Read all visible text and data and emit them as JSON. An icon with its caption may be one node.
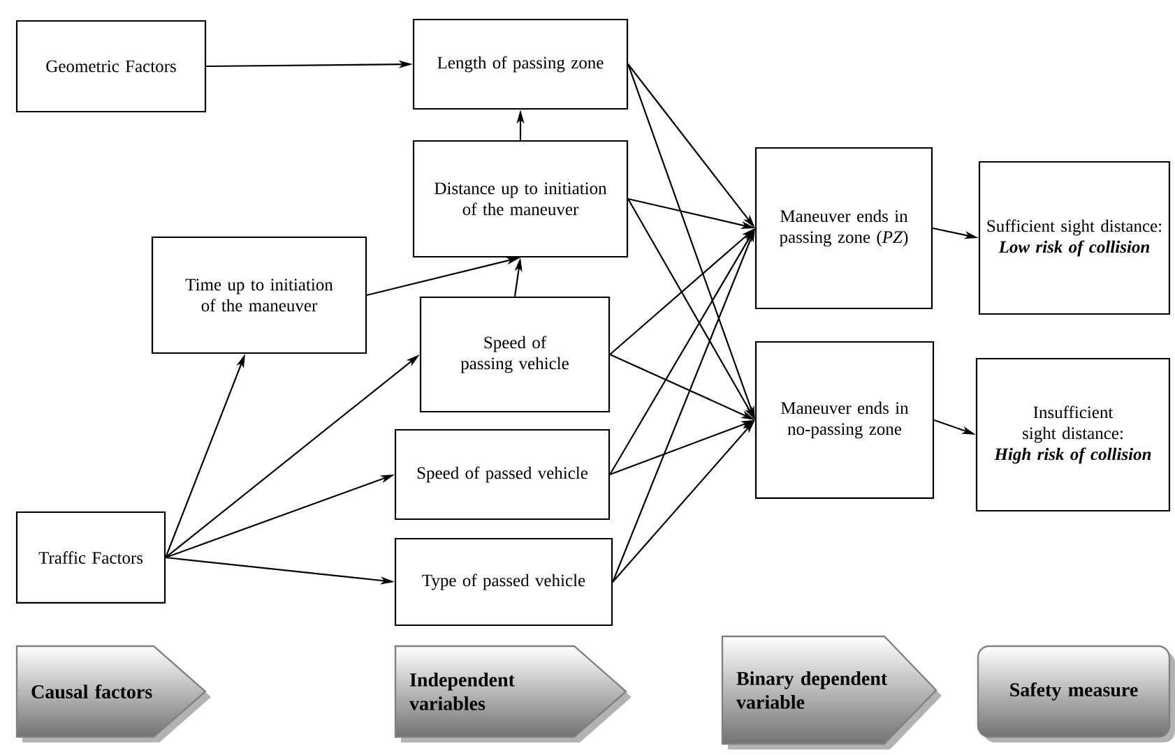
{
  "diagram": {
    "nodes": [
      {
        "text": [
          "Geometric Factors"
        ]
      },
      {
        "text": [
          "Traffic Factors"
        ]
      },
      {
        "text": [
          "Time up to initiation of the maneuver"
        ]
      },
      {
        "text": [
          "Length of passing zone"
        ]
      },
      {
        "text": [
          "Distance up to initiation of the maneuver"
        ]
      },
      {
        "text": [
          "Speed of passing vehicle"
        ]
      },
      {
        "text": [
          "Speed of passed vehicle"
        ]
      },
      {
        "text": [
          "Type of passed vehicle"
        ]
      },
      {
        "text": [
          "Maneuver ends in passing zone (*PZ*)"
        ]
      },
      {
        "text": [
          "Maneuver ends in no-passing zone"
        ]
      },
      {
        "text": [
          "Sufficient sight distance:",
          "Low risk of collision"
        ]
      },
      {
        "text": [
          "Insufficient sight distance:",
          "High risk of collision"
        ]
      },
      {
        "text": [
          "Causal factors"
        ]
      },
      {
        "text": [
          "Independent variables"
        ]
      },
      {
        "text": [
          "Binary dependent variable"
        ]
      },
      {
        "text": [
          "Safety measure"
        ]
      }
    ],
    "edges": [
      {
        "from": 0,
        "to": 3,
        "arrow": "to"
      },
      {
        "from": 1,
        "to": 2,
        "arrow": "to"
      },
      {
        "from": 1,
        "to": 5,
        "arrow": "to"
      },
      {
        "from": 1,
        "to": 6,
        "arrow": "to"
      },
      {
        "from": 1,
        "to": 7,
        "arrow": "to"
      },
      {
        "from": 2,
        "to": 4,
        "arrow": "to"
      },
      {
        "from": 5,
        "to": 4,
        "arrow": "to"
      },
      {
        "from": 4,
        "to": 3,
        "arrow": "to"
      },
      {
        "from": 3,
        "to": 8,
        "arrow": "to"
      },
      {
        "from": 3,
        "to": 9,
        "arrow": "to"
      },
      {
        "from": 4,
        "to": 8,
        "arrow": "to"
      },
      {
        "from": 4,
        "to": 9,
        "arrow": "to"
      },
      {
        "from": 5,
        "to": 8,
        "arrow": "to"
      },
      {
        "from": 5,
        "to": 9,
        "arrow": "to"
      },
      {
        "from": 6,
        "to": 8,
        "arrow": "to"
      },
      {
        "from": 6,
        "to": 9,
        "arrow": "to"
      },
      {
        "from": 7,
        "to": 8,
        "arrow": "to"
      },
      {
        "from": 7,
        "to": 9,
        "arrow": "to"
      },
      {
        "from": 8,
        "to": 10,
        "arrow": "to"
      },
      {
        "from": 9,
        "to": 11,
        "arrow": "to"
      }
    ]
  }
}
